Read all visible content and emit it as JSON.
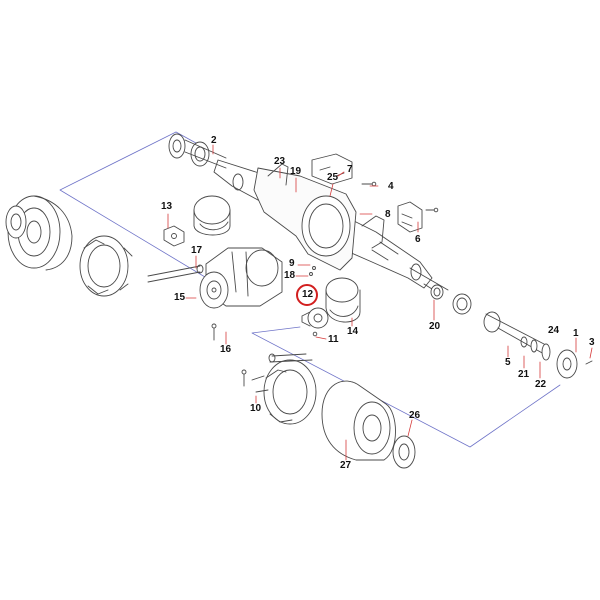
{
  "diagram": {
    "highlighted_part": "12",
    "colors": {
      "outline": "#4a4a4a",
      "guide_line": "#6f74c8",
      "leader_red": "#d63a3a",
      "highlight_ring": "#d21f1f"
    },
    "callouts": [
      "1",
      "2",
      "3",
      "4",
      "5",
      "6",
      "7",
      "8",
      "9",
      "10",
      "11",
      "12",
      "13",
      "14",
      "15",
      "16",
      "17",
      "18",
      "19",
      "20",
      "21",
      "22",
      "23",
      "24",
      "25",
      "26",
      "27"
    ]
  }
}
